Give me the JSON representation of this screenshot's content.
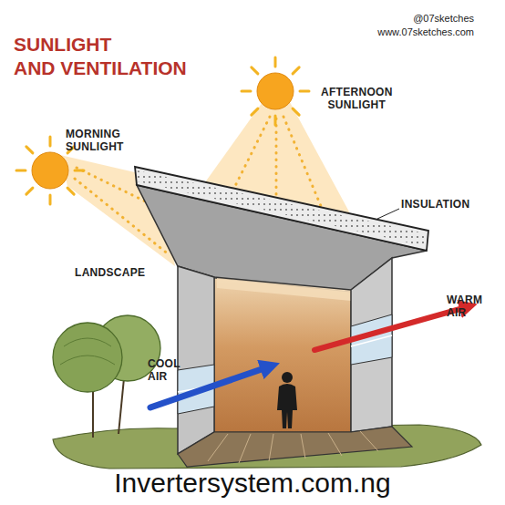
{
  "diagram": {
    "title": "SUNLIGHT AND VENTILATION",
    "labels": [
      "@07sketches",
      "www.07sketches.com",
      "AFTERNOON SUNLIGHT",
      "MORNING SUNLIGHT",
      "INSULATION",
      "LANDSCAPE",
      "WARM AIR",
      "COOL AIR",
      "Invertersystem.com.ng"
    ]
  }
}
